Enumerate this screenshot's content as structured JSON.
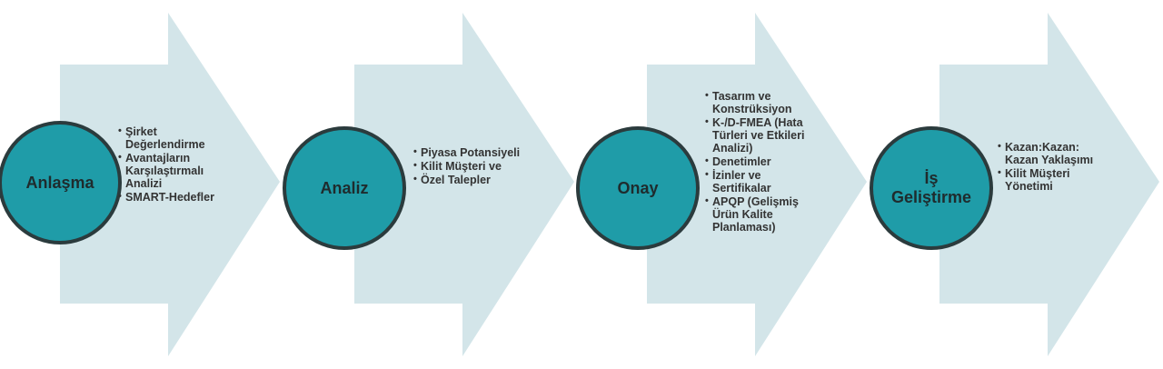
{
  "colors": {
    "arrow_fill": "#d3e5e9",
    "circle_fill": "#1f9ca8",
    "circle_border": "#2b3b3d",
    "text": "#333333"
  },
  "steps": [
    {
      "title": "Anlaşma",
      "items": [
        "Şirket Değerlendirme",
        "Avantajların Karşılaştırmalı Analizi",
        "SMART-Hedefler"
      ]
    },
    {
      "title": "Analiz",
      "items": [
        "Piyasa Potansiyeli",
        "Kilit Müşteri ve",
        "Özel Talepler"
      ]
    },
    {
      "title": "Onay",
      "items": [
        "Tasarım ve Konstrüksiyon",
        "K-/D-FMEA (Hata Türleri ve Etkileri Analizi)",
        "Denetimler",
        "İzinler ve Sertifikalar",
        "APQP (Gelişmiş Ürün Kalite Planlaması)"
      ]
    },
    {
      "title": "İş Geliştirme",
      "items": [
        "Kazan:Kazan: Kazan Yaklaşımı",
        "Kilit Müşteri Yönetimi"
      ]
    }
  ]
}
